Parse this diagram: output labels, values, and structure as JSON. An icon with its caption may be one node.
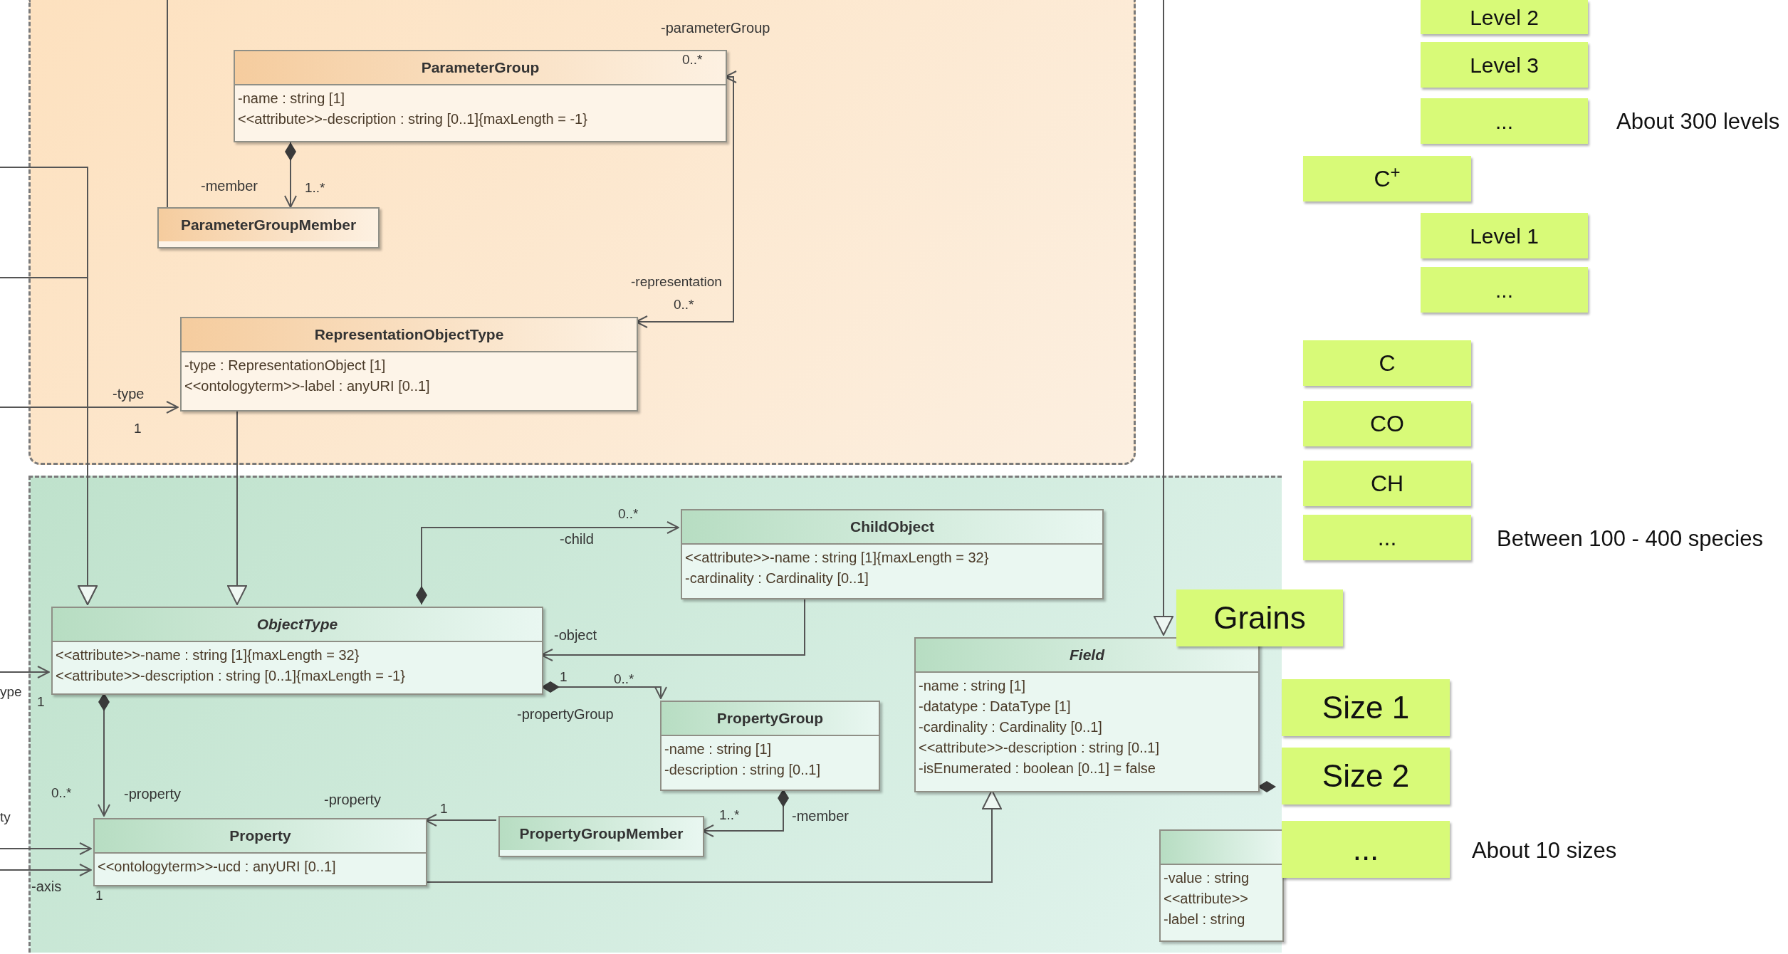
{
  "diagram": {
    "nodes": [
      {
        "text": [],
        "shape": "box"
      },
      {
        "text": [
          "ParameterGroup",
          "-name : string [1]",
          "<<attribute>>-description : string [0..1]{maxLength = -1}"
        ],
        "in": 0
      },
      {
        "text": [
          "ParameterGroupMember"
        ],
        "in": 0
      },
      {
        "text": [
          "RepresentationObjectType",
          "-type : RepresentationObject [1]",
          "<<ontologyterm>>-label : anyURI [0..1]"
        ],
        "in": 0
      },
      {
        "text": [],
        "shape": "box"
      },
      {
        "text": [
          "ObjectType",
          "<<attribute>>-name : string [1]{maxLength = 32}",
          "<<attribute>>-description : string [0..1]{maxLength = -1}"
        ],
        "in": 4
      },
      {
        "text": [
          "ChildObject",
          "<<attribute>>-name : string [1]{maxLength = 32}",
          "-cardinality : Cardinality [0..1]"
        ],
        "in": 4
      },
      {
        "text": [
          "PropertyGroup",
          "-name : string [1]",
          "-description : string [0..1]"
        ],
        "in": 4
      },
      {
        "text": [
          "Field",
          "-name : string [1]",
          "-datatype : DataType [1]",
          "-cardinality : Cardinality [0..1]",
          "<<attribute>>-description : string [0..1]",
          "-isEnumerated : boolean [0..1] = false"
        ],
        "in": 4
      },
      {
        "text": [
          "Property",
          "<<ontologyterm>>-ucd : anyURI [0..1]"
        ],
        "in": 4,
        "beside": [
          "1"
        ]
      },
      {
        "text": [
          "PropertyGroupMember"
        ],
        "in": 4
      },
      {
        "text": [
          "-value : string",
          "<<attribute>>",
          "-label : string"
        ],
        "in": 4
      },
      {
        "text": [
          "Level 2"
        ]
      },
      {
        "text": [
          "Level 3"
        ]
      },
      {
        "text": [
          "..."
        ],
        "beside": [
          "About 300 levels"
        ]
      },
      {
        "text": [
          "C$^{+}$"
        ]
      },
      {
        "text": [
          "Level 1"
        ]
      },
      {
        "text": [
          "..."
        ]
      },
      {
        "text": [
          "C"
        ]
      },
      {
        "text": [
          "CO"
        ]
      },
      {
        "text": [
          "CH"
        ]
      },
      {
        "text": [
          "..."
        ],
        "beside": [
          "Between 100 - 400 species"
        ]
      },
      {
        "text": [
          "Grains"
        ]
      },
      {
        "text": [
          "Size 1"
        ]
      },
      {
        "text": [
          "Size 2"
        ]
      },
      {
        "text": [
          "..."
        ],
        "beside": [
          "About 10 sizes"
        ]
      }
    ],
    "edges": [
      {
        "from": 1,
        "to": 2,
        "arrow": "to",
        "label": "-member"
      },
      {
        "from": null,
        "to": 2,
        "arrow": "none"
      },
      {
        "from": 1,
        "to": 3,
        "arrow": "both",
        "label": "-parameterGroup"
      },
      {
        "from": null,
        "to": 3,
        "arrow": "to",
        "label": "-type"
      },
      {
        "from": 3,
        "to": 5,
        "arrow": "to"
      },
      {
        "from": null,
        "to": 5,
        "arrow": "to"
      },
      {
        "from": null,
        "to": 5,
        "arrow": "to"
      },
      {
        "from": null,
        "to": 8,
        "arrow": "to"
      },
      {
        "from": 5,
        "to": 6,
        "arrow": "to",
        "label": "-child"
      },
      {
        "from": 6,
        "to": 5,
        "arrow": "to",
        "label": "-object"
      },
      {
        "from": 5,
        "to": 7,
        "arrow": "to",
        "label": "-propertyGroup"
      },
      {
        "from": 5,
        "to": 9,
        "arrow": "to",
        "label": "-property"
      },
      {
        "from": 10,
        "to": 9,
        "arrow": "to",
        "label": "-property"
      },
      {
        "from": 7,
        "to": 10,
        "arrow": "to",
        "label": "-member"
      },
      {
        "from": 9,
        "to": 8,
        "arrow": "to"
      },
      {
        "from": null,
        "to": 9,
        "arrow": "to"
      },
      {
        "from": null,
        "to": 9,
        "arrow": "to",
        "label": "-axis"
      },
      {
        "from": null,
        "to": 5,
        "arrow": "to"
      },
      {
        "from": 8,
        "to": null,
        "arrow": "other"
      }
    ],
    "labels": [
      "0..*",
      "-representation",
      "0..*",
      "1..*",
      "1",
      "0..*",
      "1",
      "0..*",
      "0..*",
      "1",
      "1..*",
      "ype",
      "1",
      "ty"
    ]
  }
}
